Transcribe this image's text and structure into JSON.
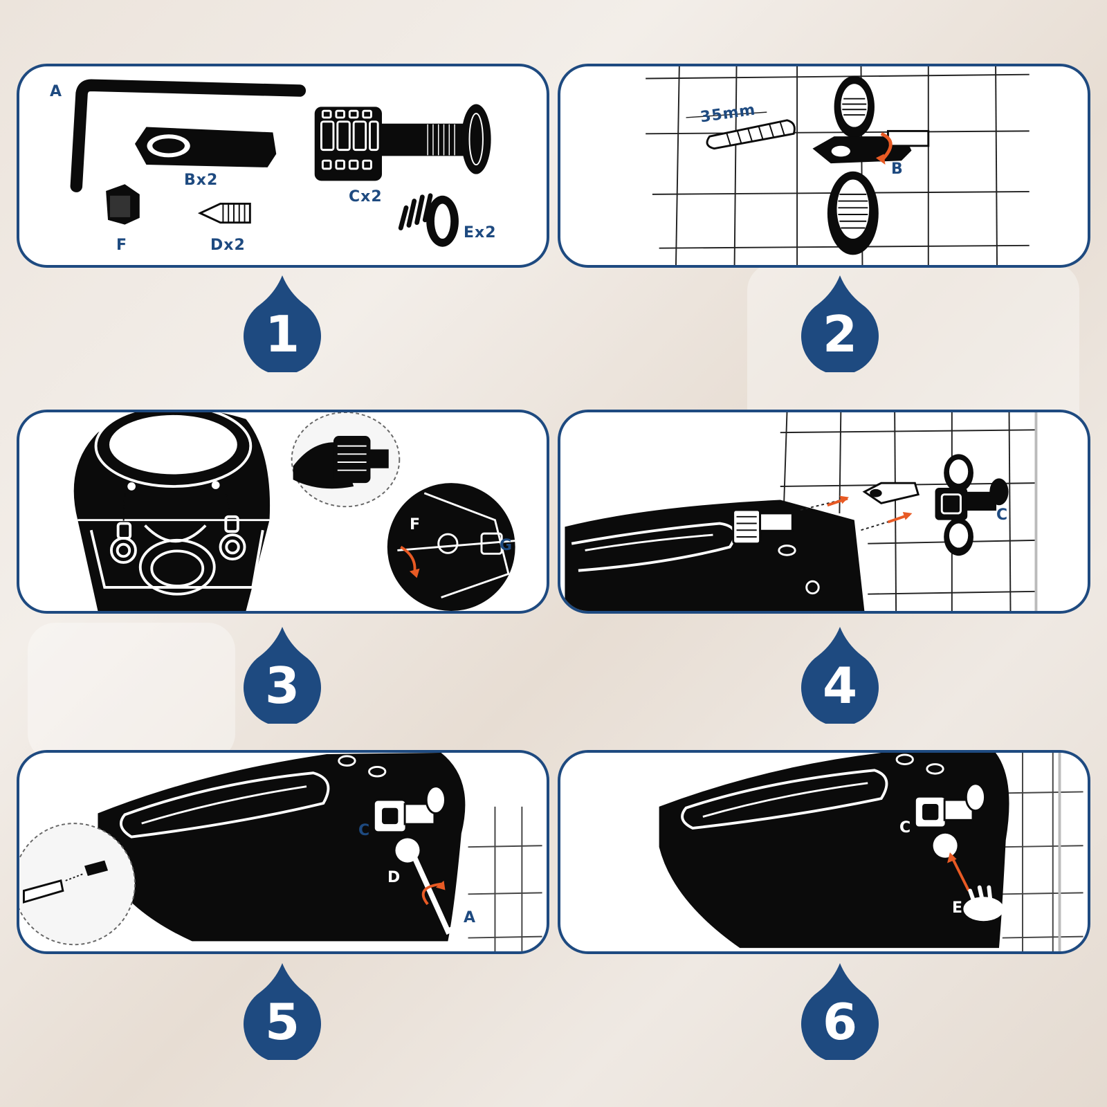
{
  "colors": {
    "accent": "#1e4a80",
    "arrow": "#e85a24",
    "ink": "#0b0b0b",
    "panel": "#ffffff"
  },
  "steps": [
    {
      "number": "1",
      "labels": {
        "a": "A",
        "b": "Bx2",
        "c": "Cx2",
        "d": "Dx2",
        "e": "Ex2",
        "f": "F"
      }
    },
    {
      "number": "2",
      "labels": {
        "measure": "35mm",
        "b": "B"
      }
    },
    {
      "number": "3",
      "labels": {
        "f": "F",
        "g": "G"
      }
    },
    {
      "number": "4",
      "labels": {
        "c": "C"
      }
    },
    {
      "number": "5",
      "labels": {
        "c": "C",
        "d": "D",
        "a": "A"
      }
    },
    {
      "number": "6",
      "labels": {
        "c": "C",
        "e": "E"
      }
    }
  ]
}
